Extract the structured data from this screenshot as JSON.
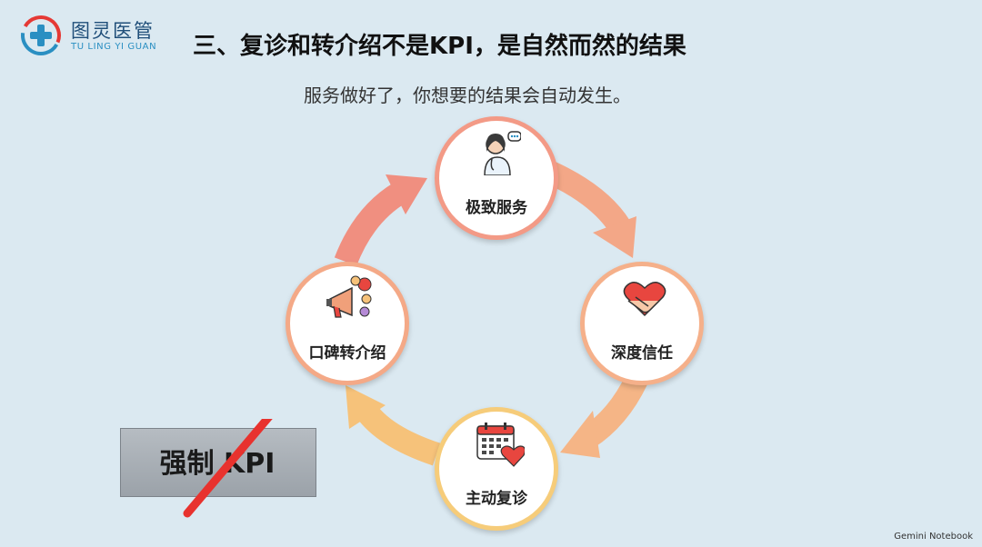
{
  "logo": {
    "name_cn": "图灵医管",
    "name_en": "TU LING YI GUAN"
  },
  "title": "三、复诊和转介绍不是KPI，是自然而然的结果",
  "subtitle": "服务做好了，你想要的结果会自动发生。",
  "cycle": {
    "nodes": [
      {
        "label": "极致服务",
        "icon": "doctor-icon"
      },
      {
        "label": "深度信任",
        "icon": "handshake-heart-icon"
      },
      {
        "label": "主动复诊",
        "icon": "calendar-heart-icon"
      },
      {
        "label": "口碑转介绍",
        "icon": "megaphone-icon"
      }
    ]
  },
  "kpi": {
    "label": "强制 KPI",
    "crossed_out": true
  },
  "watermark": "Gemini Notebook",
  "colors": {
    "background": "#dbe9f1",
    "arrow_top": "#f08f80",
    "arrow_right": "#f3a787",
    "arrow_bottom": "#f6c27a",
    "strike": "#e8322e",
    "logo_red": "#e53935",
    "logo_blue": "#2a8fc2"
  }
}
